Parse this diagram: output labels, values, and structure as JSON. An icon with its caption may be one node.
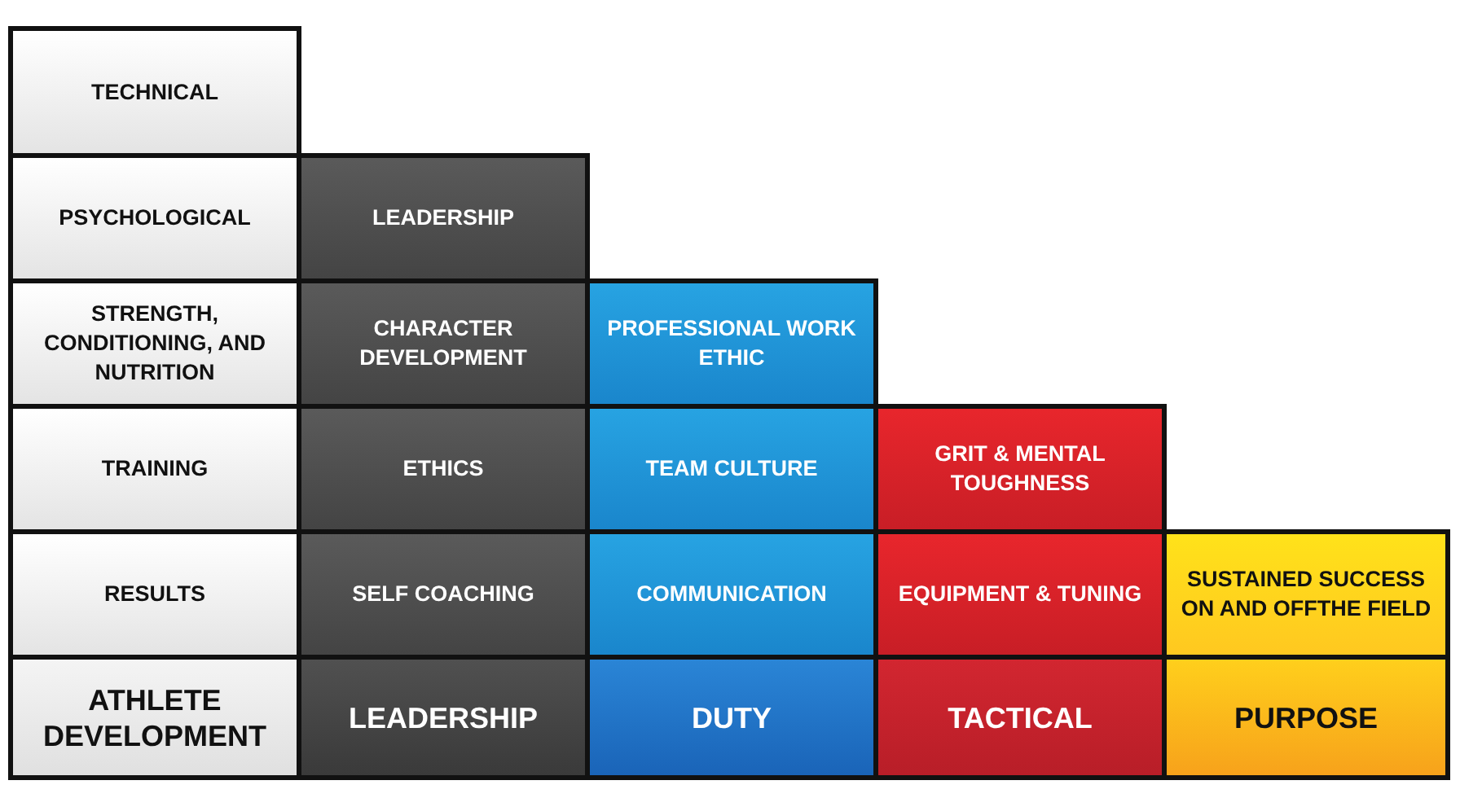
{
  "diagram": {
    "nodes": [
      {
        "text": [
          "TECHNICAL"
        ]
      },
      {
        "text": [
          "PSYCHOLOGICAL"
        ]
      },
      {
        "text": [
          "LEADERSHIP"
        ]
      },
      {
        "text": [
          "STRENGTH, CONDITIONING, AND NUTRITION"
        ]
      },
      {
        "text": [
          "CHARACTER DEVELOPMENT"
        ]
      },
      {
        "text": [
          "PROFESSIONAL WORK ETHIC"
        ]
      },
      {
        "text": [
          "TRAINING"
        ]
      },
      {
        "text": [
          "ETHICS"
        ]
      },
      {
        "text": [
          "TEAM CULTURE"
        ]
      },
      {
        "text": [
          "GRIT & MENTAL TOUGHNESS"
        ]
      },
      {
        "text": [
          "RESULTS"
        ]
      },
      {
        "text": [
          "SELF COACHING"
        ]
      },
      {
        "text": [
          "COMMUNICATION"
        ]
      },
      {
        "text": [
          "EQUIPMENT & TUNING"
        ]
      },
      {
        "text": [
          "SUSTAINED SUCCESS ON AND OFFTHE FIELD"
        ]
      },
      {
        "text": [
          "ATHLETE DEVELOPMENT"
        ]
      },
      {
        "text": [
          "LEADERSHIP"
        ]
      },
      {
        "text": [
          "DUTY"
        ]
      },
      {
        "text": [
          "TACTICAL"
        ]
      },
      {
        "text": [
          "PURPOSE"
        ]
      }
    ]
  }
}
